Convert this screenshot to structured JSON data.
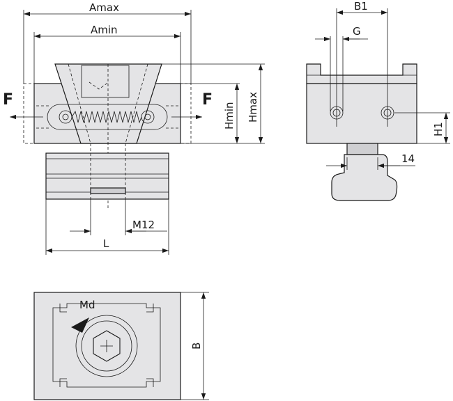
{
  "labels": {
    "amax": "Amax",
    "amin": "Amin",
    "force_left": "F",
    "force_right": "F",
    "hmin": "Hmin",
    "hmax": "Hmax",
    "m12": "M12",
    "l": "L",
    "b1": "B1",
    "g": "G",
    "h1": "H1",
    "dim_14": "14",
    "md": "Md",
    "b": "B"
  }
}
